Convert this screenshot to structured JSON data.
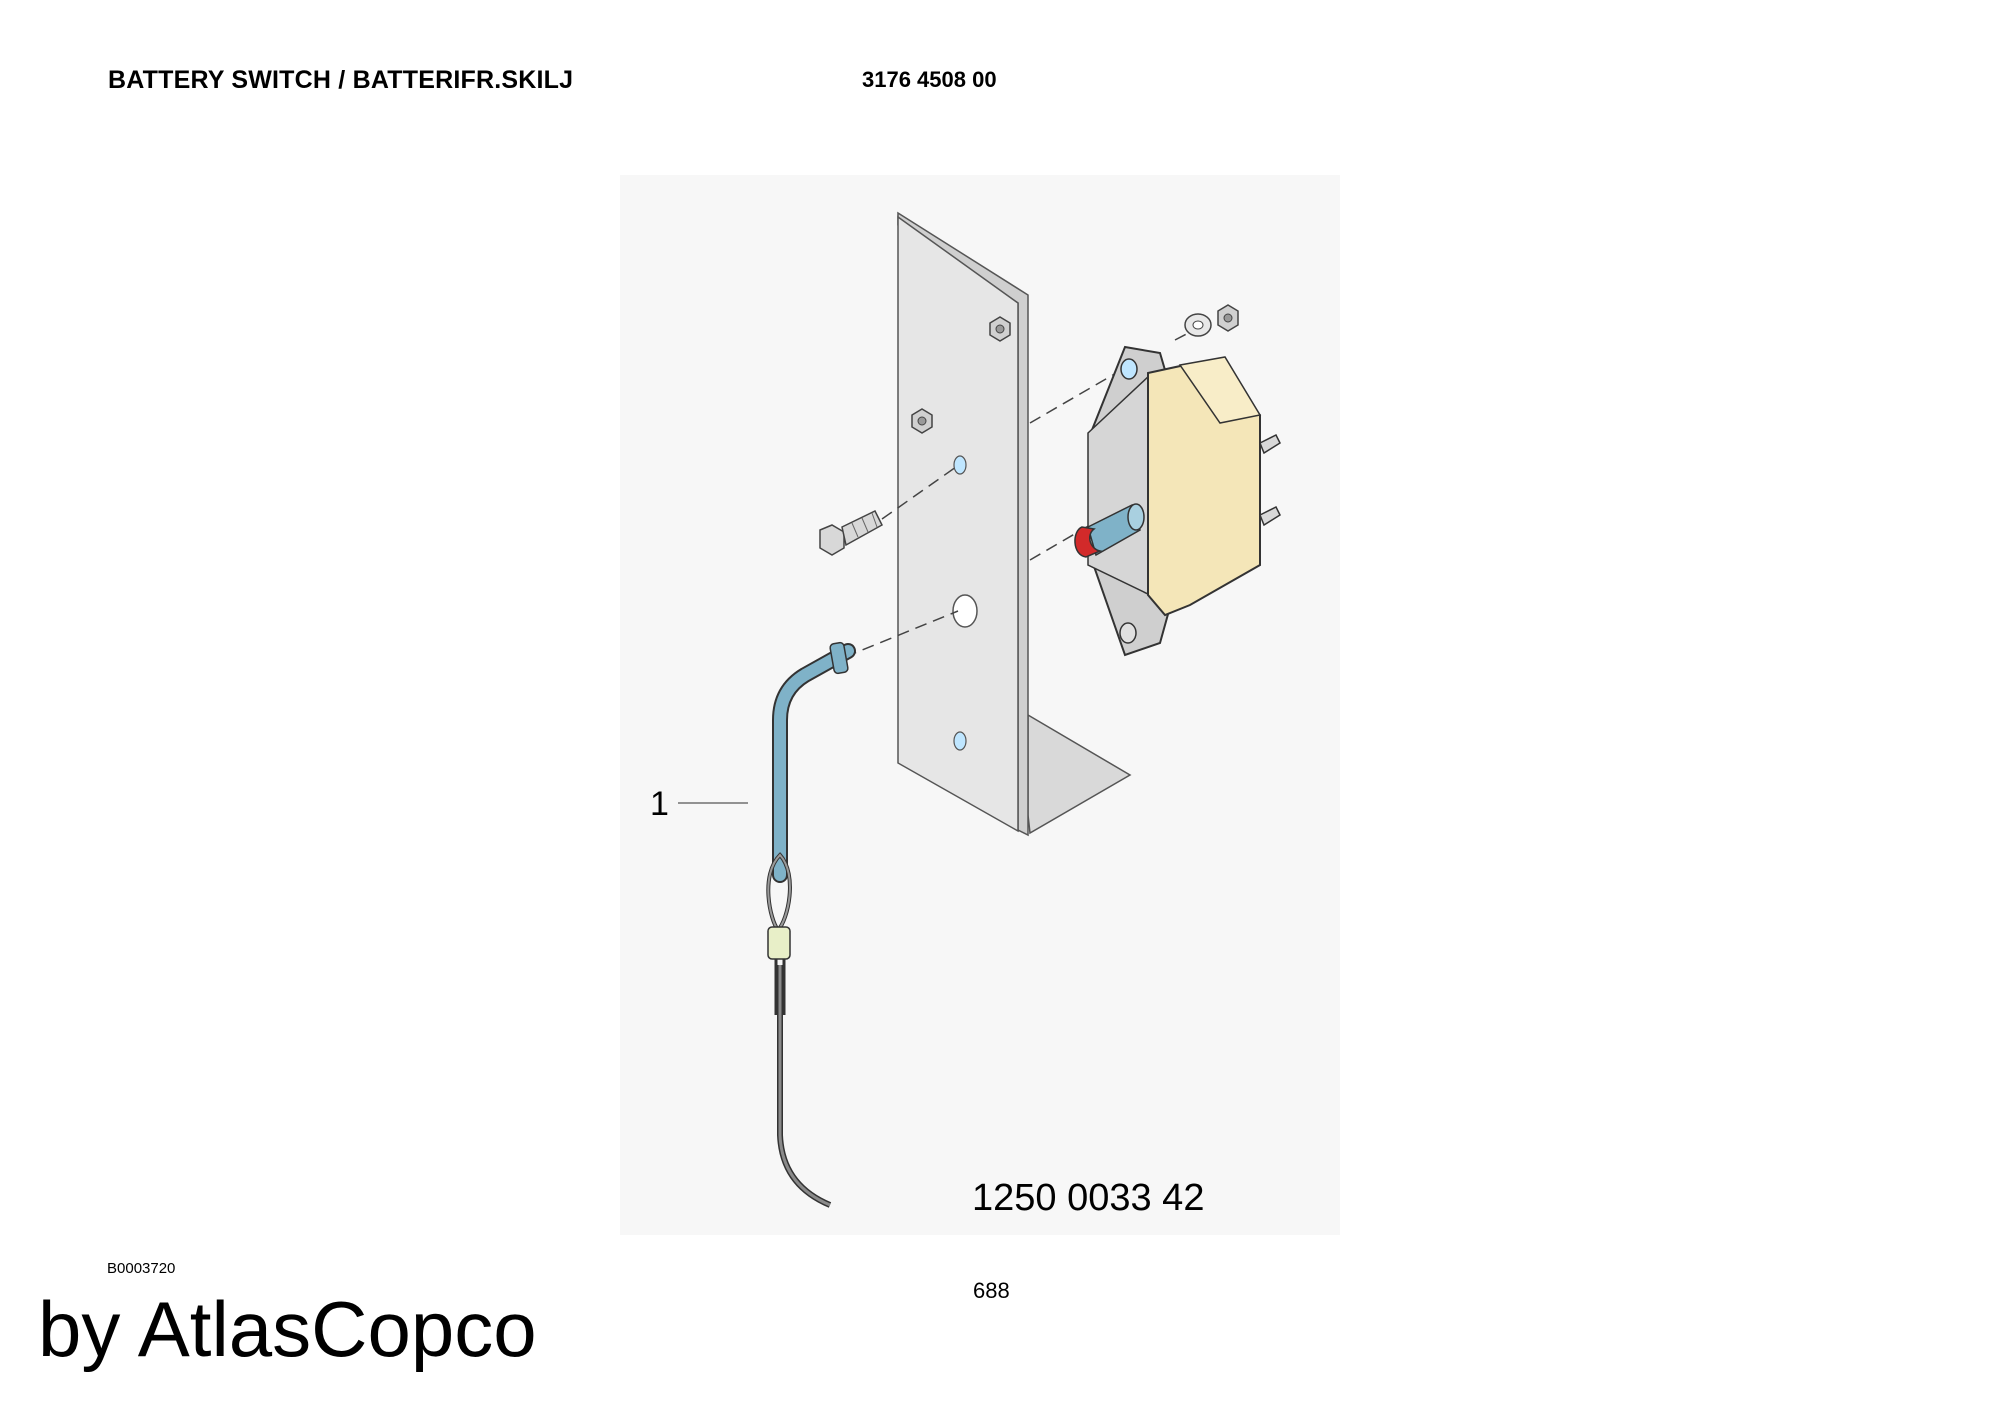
{
  "header": {
    "title": "BATTERY SWITCH / BATTERIFR.SKILJ",
    "part_number": "3176 4508 00"
  },
  "drawing": {
    "callout": "1",
    "part_number_label": "1250 0033 42",
    "colors": {
      "plate": "#e6e6e6",
      "switch_body": "#f4e6b8",
      "switch_flange": "#cfcfcf",
      "handle": "#7fb2c8",
      "cable": "#808080",
      "clip": "#d22a2a",
      "sleeve": "#e8efc8"
    }
  },
  "footer": {
    "drawing_code": "B0003720",
    "page_number": "688",
    "brand": "by AtlasCopco"
  }
}
